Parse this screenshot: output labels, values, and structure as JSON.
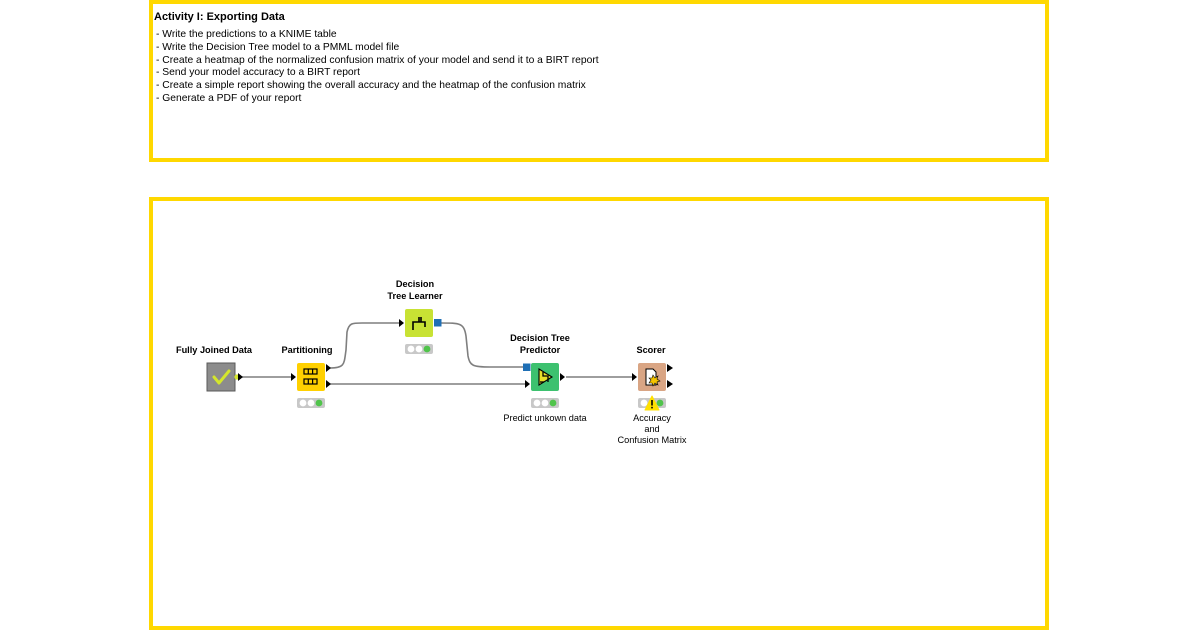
{
  "annotation_top": {
    "title": "Activity I: Exporting Data",
    "lines": [
      "- Write the predictions to a KNIME table",
      "- Write the Decision Tree model to a PMML model file",
      "- Create a heatmap of the normalized confusion matrix of your model and send it to a BIRT report",
      "- Send your model accuracy to a BIRT report",
      "- Create a simple report showing the overall accuracy and the heatmap of the confusion matrix",
      "- Generate a PDF of your report"
    ],
    "border_color": "#FFD800"
  },
  "annotation_bottom": {
    "border_color": "#FFD800"
  },
  "nodes": [
    {
      "id": "fully-joined-data",
      "label": "Fully Joined Data",
      "icon": "checkmark-icon",
      "color": "#8C8C8C",
      "status": "executed",
      "annotation": ""
    },
    {
      "id": "partitioning",
      "label": "Partitioning",
      "icon": "table-split-icon",
      "color": "#FFD000",
      "status": "executed",
      "annotation": ""
    },
    {
      "id": "decision-tree-learner",
      "label_lines": [
        "Decision",
        "Tree Learner"
      ],
      "icon": "tree-icon",
      "color": "#C8E234",
      "status": "executed",
      "annotation": ""
    },
    {
      "id": "decision-tree-predictor",
      "label_lines": [
        "Decision Tree",
        "Predictor"
      ],
      "icon": "predictor-icon",
      "color": "#3DC16F",
      "status": "executed",
      "annotation": "Predict unkown data"
    },
    {
      "id": "scorer",
      "label": "Scorer",
      "icon": "scorer-icon",
      "color": "#D9A584",
      "status": "executed-warning",
      "annotation_lines": [
        "Accuracy",
        "and",
        "Confusion Matrix"
      ]
    }
  ],
  "colors": {
    "connection": "#7F7F7F",
    "model_port": "#1F6FB5",
    "status_green": "#50C44B",
    "status_off": "#FFFFFF",
    "status_bg": "#C8C8C8",
    "warning": "#FFE000"
  }
}
